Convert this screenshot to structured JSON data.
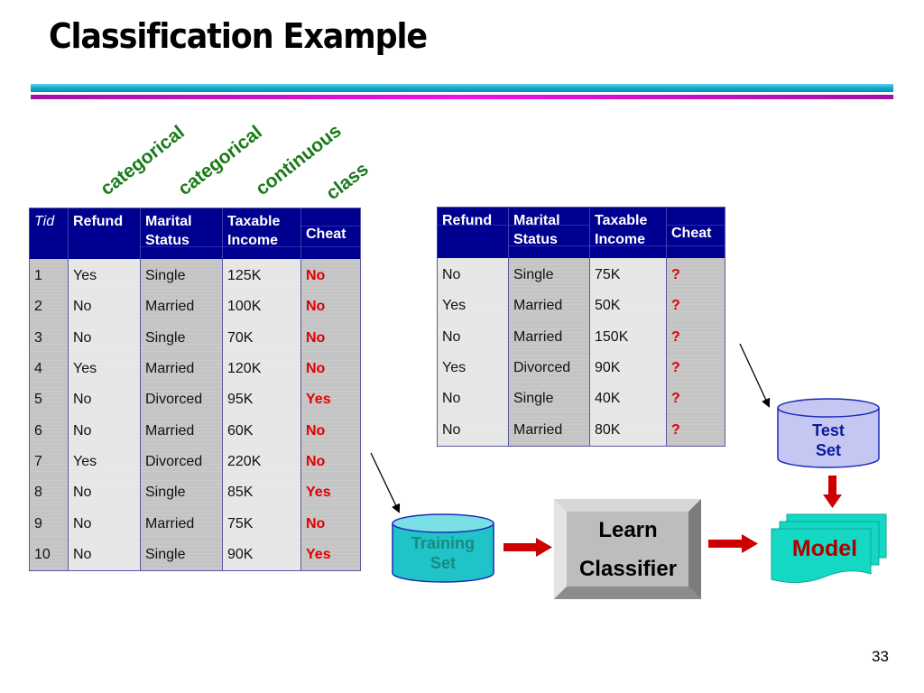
{
  "title": "Classification Example",
  "attribute_types": [
    "categorical",
    "categorical",
    "continuous",
    "class"
  ],
  "training_table": {
    "headers": {
      "tid": "Tid",
      "refund": "Refund",
      "marital_line1": "Marital",
      "marital_line2": "Status",
      "income_line1": "Taxable",
      "income_line2": "Income",
      "cheat": "Cheat"
    },
    "rows": [
      {
        "tid": "1",
        "refund": "Yes",
        "marital": "Single",
        "income": "125K",
        "cheat": "No"
      },
      {
        "tid": "2",
        "refund": "No",
        "marital": "Married",
        "income": "100K",
        "cheat": "No"
      },
      {
        "tid": "3",
        "refund": "No",
        "marital": "Single",
        "income": "70K",
        "cheat": "No"
      },
      {
        "tid": "4",
        "refund": "Yes",
        "marital": "Married",
        "income": "120K",
        "cheat": "No"
      },
      {
        "tid": "5",
        "refund": "No",
        "marital": "Divorced",
        "income": "95K",
        "cheat": "Yes"
      },
      {
        "tid": "6",
        "refund": "No",
        "marital": "Married",
        "income": "60K",
        "cheat": "No"
      },
      {
        "tid": "7",
        "refund": "Yes",
        "marital": "Divorced",
        "income": "220K",
        "cheat": "No"
      },
      {
        "tid": "8",
        "refund": "No",
        "marital": "Single",
        "income": "85K",
        "cheat": "Yes"
      },
      {
        "tid": "9",
        "refund": "No",
        "marital": "Married",
        "income": "75K",
        "cheat": "No"
      },
      {
        "tid": "10",
        "refund": "No",
        "marital": "Single",
        "income": "90K",
        "cheat": "Yes"
      }
    ]
  },
  "test_table": {
    "headers": {
      "refund": "Refund",
      "marital_line1": "Marital",
      "marital_line2": "Status",
      "income_line1": "Taxable",
      "income_line2": "Income",
      "cheat": "Cheat"
    },
    "rows": [
      {
        "refund": "No",
        "marital": "Single",
        "income": "75K",
        "cheat": "?"
      },
      {
        "refund": "Yes",
        "marital": "Married",
        "income": "50K",
        "cheat": "?"
      },
      {
        "refund": "No",
        "marital": "Married",
        "income": "150K",
        "cheat": "?"
      },
      {
        "refund": "Yes",
        "marital": "Divorced",
        "income": "90K",
        "cheat": "?"
      },
      {
        "refund": "No",
        "marital": "Single",
        "income": "40K",
        "cheat": "?"
      },
      {
        "refund": "No",
        "marital": "Married",
        "income": "80K",
        "cheat": "?"
      }
    ]
  },
  "diagram": {
    "training_set": {
      "line1": "Training",
      "line2": "Set"
    },
    "learn_classifier": {
      "line1": "Learn",
      "line2": "Classifier"
    },
    "test_set": {
      "line1": "Test",
      "line2": "Set"
    },
    "model": "Model"
  },
  "colors": {
    "header_bg": "#000090",
    "class_value": "#e00000",
    "attr_label": "#1a7a1a",
    "training_cylinder": "#20c8cc",
    "test_cylinder": "#c8c8f4",
    "model_fill": "#10dcc8",
    "arrow_red": "#cc0000"
  },
  "page_number": "33"
}
